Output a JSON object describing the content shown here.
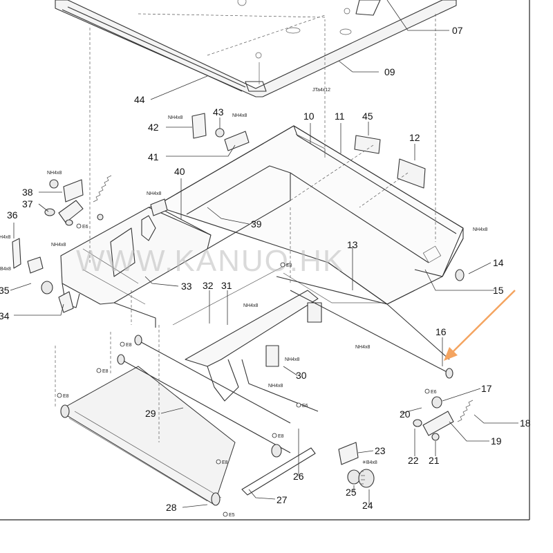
{
  "watermark": "WWW.KANUO.HK",
  "callouts": {
    "c07": "07",
    "c09": "09",
    "c10": "10",
    "c11": "11",
    "c12": "12",
    "c13": "13",
    "c14": "14",
    "c15": "15",
    "c16": "16",
    "c17": "17",
    "c18": "18",
    "c19": "19",
    "c20": "20",
    "c21": "21",
    "c22": "22",
    "c23": "23",
    "c24": "24",
    "c25": "25",
    "c26": "26",
    "c27": "27",
    "c28": "28",
    "c29": "29",
    "c30": "30",
    "c31": "31",
    "c32": "32",
    "c33": "33",
    "c34": "34",
    "c35": "35",
    "c36": "36",
    "c37": "37",
    "c38": "38",
    "c39": "39",
    "c40": "40",
    "c41": "41",
    "c42": "42",
    "c43": "43",
    "c44": "44",
    "c45": "45"
  },
  "fasteners": {
    "jta4x12": "JTa4x12",
    "nh4x8": "NH4x8",
    "e6": "E6",
    "e8": "E8",
    "e5": "E5",
    "b4x8": "B4x8",
    "b4x8_star": "✳B4x8"
  },
  "colors": {
    "arrow": "#f4a460",
    "line": "#333333"
  }
}
